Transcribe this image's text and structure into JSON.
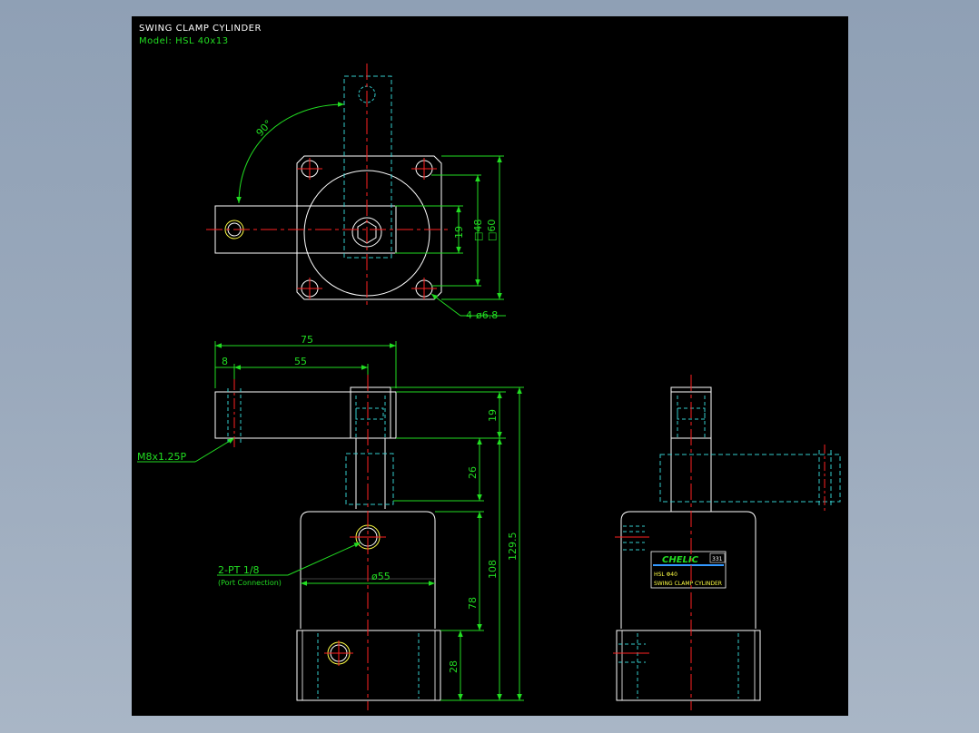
{
  "title": "SWING CLAMP CYLINDER",
  "model": "Model: HSL 40x13",
  "colors": {
    "background": "#000000",
    "outline": "#ffffff",
    "hidden": "#33cccc",
    "center": "#ff2222",
    "dimension": "#22dd22",
    "label": "#ffff44"
  },
  "top_view": {
    "angle": "90°",
    "square_inner": "□48",
    "square_outer": "□60",
    "arm_width": "19",
    "holes": "4-ø6.8"
  },
  "front_view": {
    "length_total": "75",
    "length_arm": "55",
    "offset": "8",
    "arm_height": "19",
    "neck_height": "26",
    "body_height": "108",
    "overall_height": "129.5",
    "body_diameter": "ø55",
    "upper_body_height": "78",
    "base_height": "28",
    "thread": "M8x1.25P",
    "port": "2-PT 1/8",
    "port_note": "(Port Connection)"
  },
  "side_view": {
    "brand": "CHELIC",
    "badge": "331",
    "label_model": "HSL Φ40",
    "label_name": "SWING CLAMP CYLINDER"
  }
}
